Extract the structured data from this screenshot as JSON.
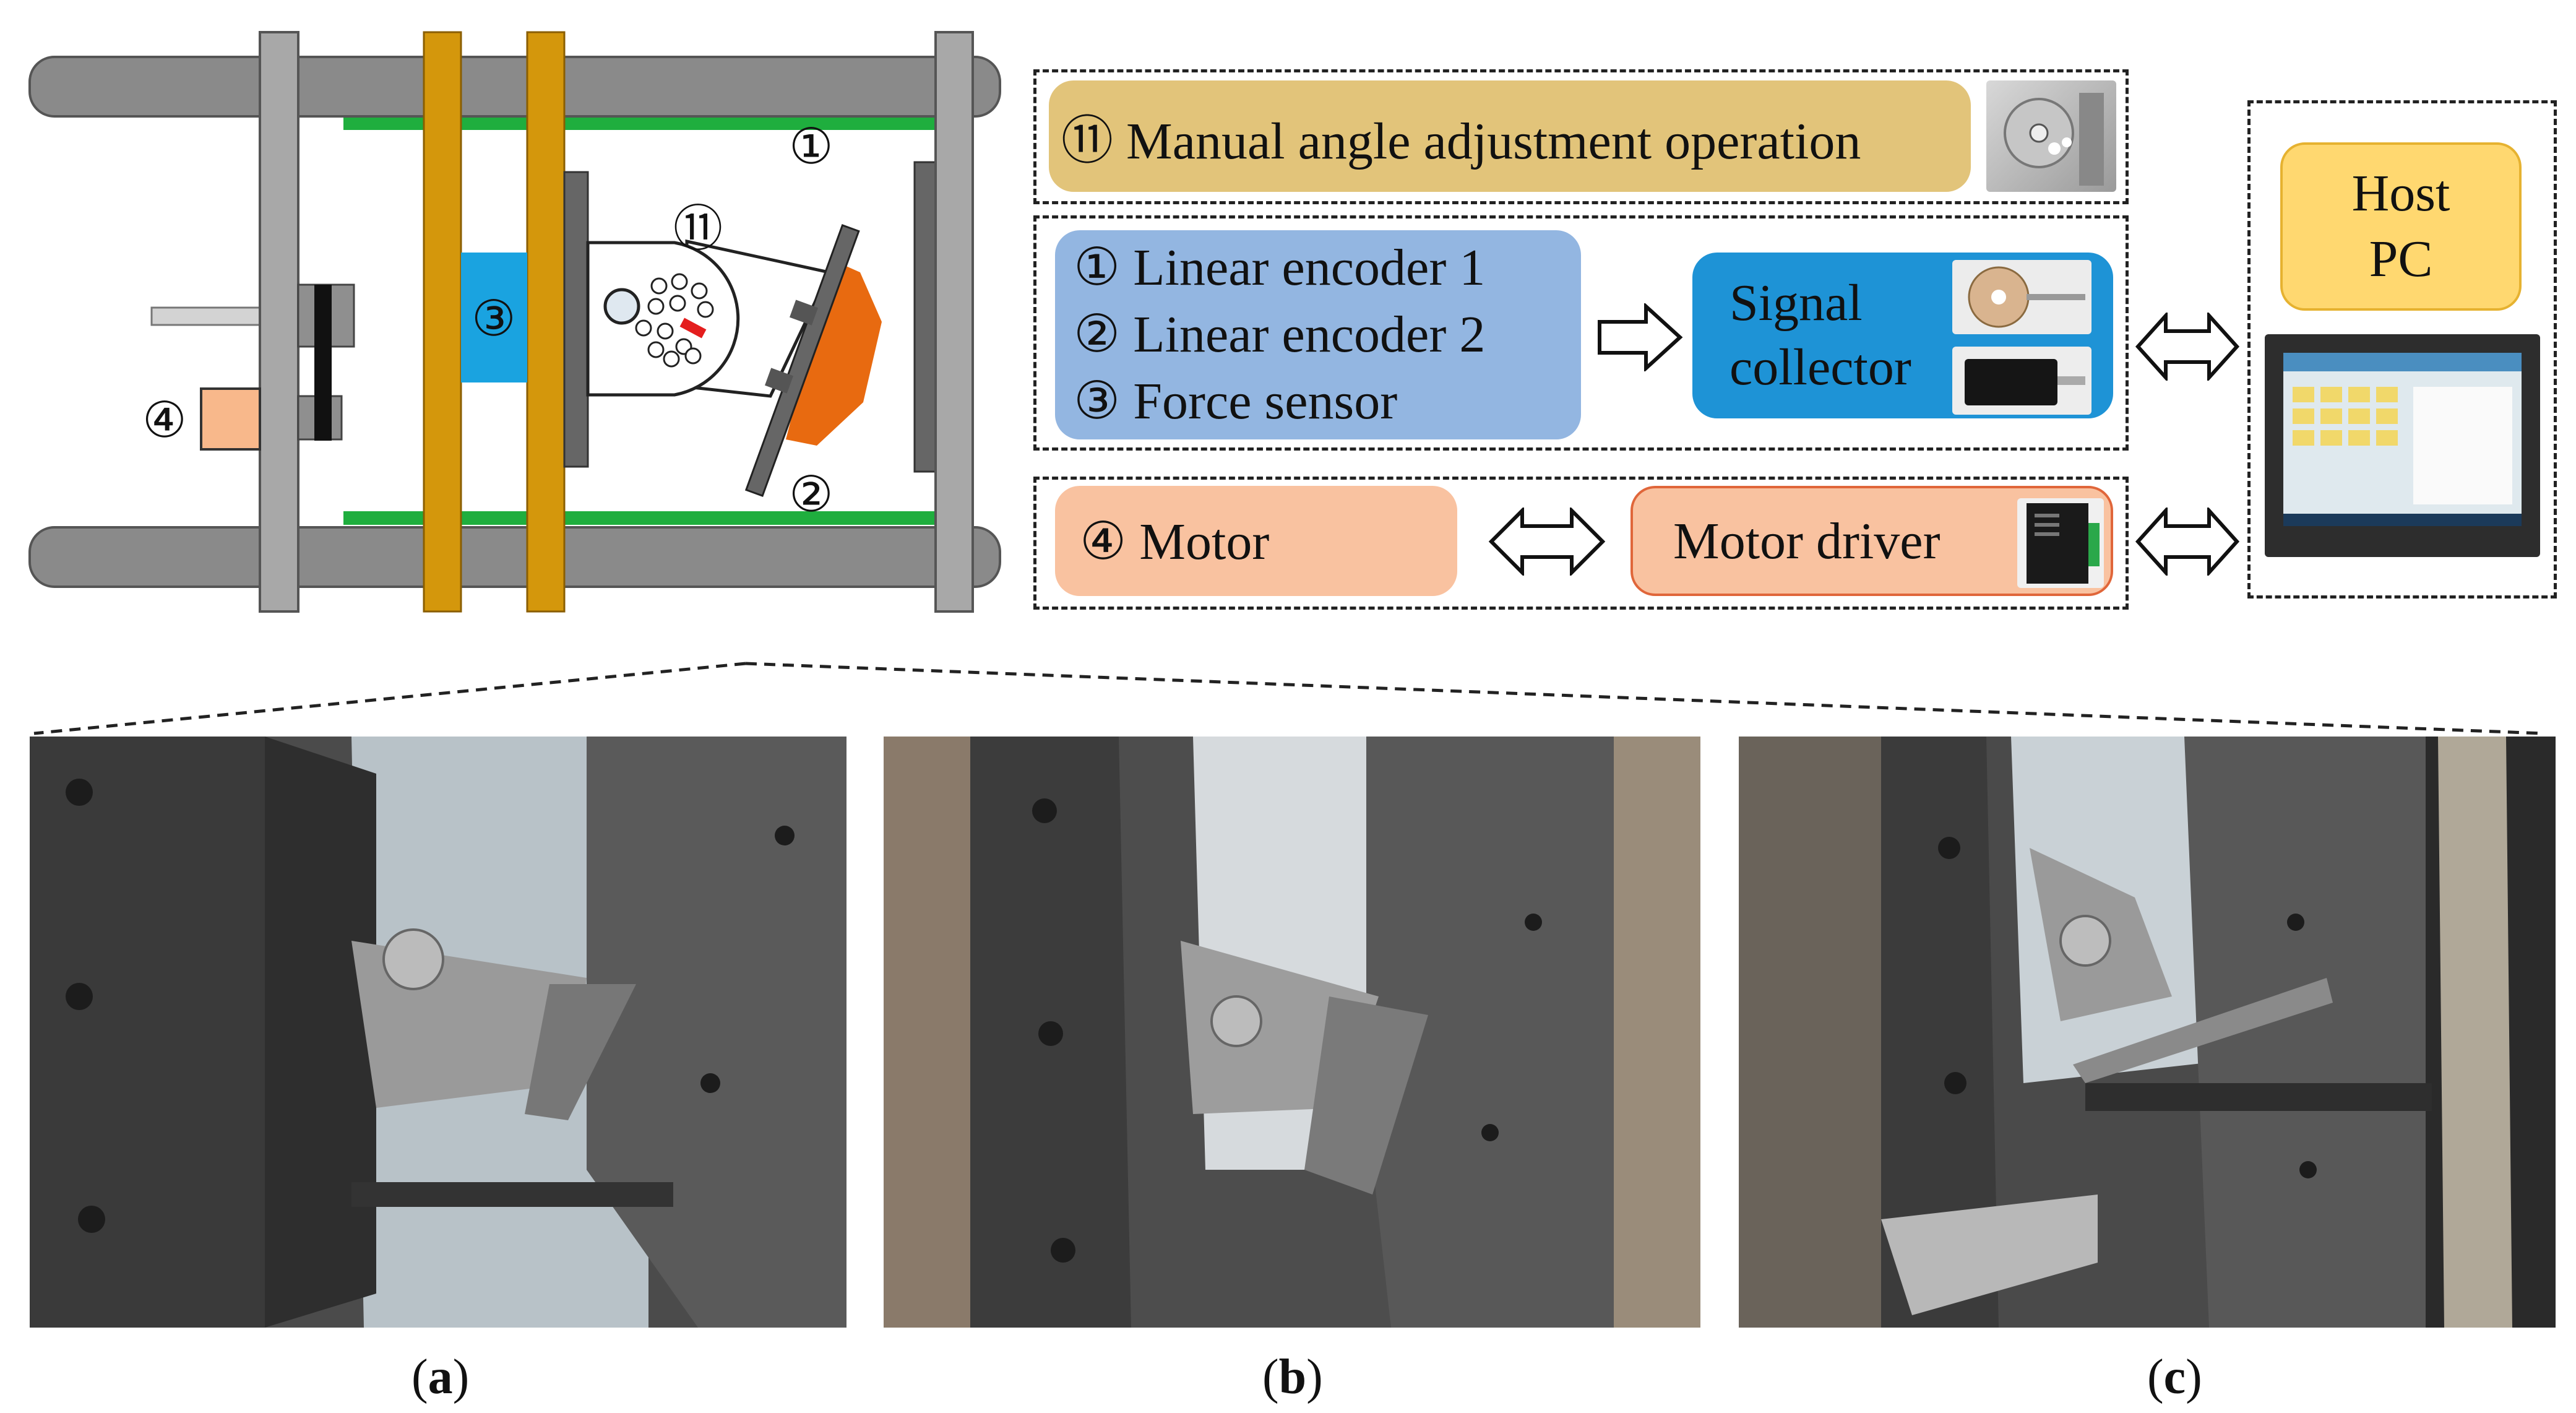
{
  "schematic": {
    "labels": {
      "l1": "①",
      "l2": "②",
      "l3": "③",
      "l4": "④",
      "l11": "⑪"
    },
    "colors": {
      "rail": "#8a8a8a",
      "plate_gray": "#a8a8a8",
      "plate_gold": "#d4970c",
      "encoder_green": "#1fae3e",
      "force_blue": "#1aa3e0",
      "motor_box": "#f8b88b",
      "orange_block": "#e86a10"
    }
  },
  "diagram": {
    "manual": {
      "text": "⑪ Manual angle adjustment operation",
      "color": "#e2c47a"
    },
    "sensors": {
      "lines": [
        "① Linear encoder 1",
        "② Linear encoder 2",
        "③ Force sensor"
      ],
      "color": "#93b6e1"
    },
    "signal": {
      "line1": "Signal",
      "line2": "collector",
      "color": "#1e93d6"
    },
    "motor": {
      "text": "④ Motor",
      "color": "#f9c2a0"
    },
    "driver": {
      "text": "Motor driver",
      "color": "#f9c2a0"
    },
    "host": {
      "line1": "Host",
      "line2": "PC",
      "color": "#ffd870"
    }
  },
  "captions": {
    "a": "a",
    "b": "b",
    "c": "c"
  }
}
